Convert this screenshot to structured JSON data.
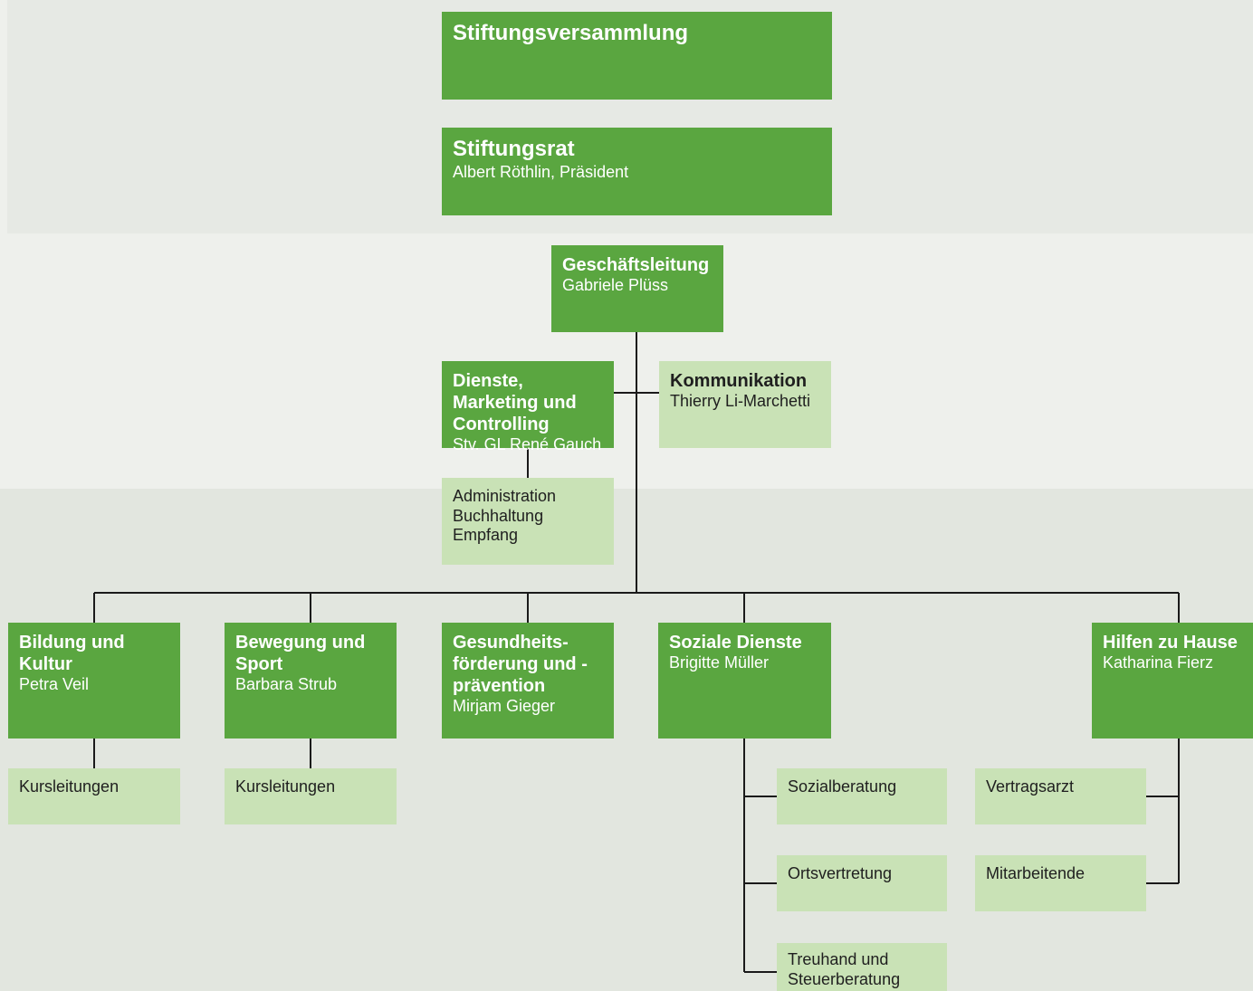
{
  "colors": {
    "dark_box": "#5aa640",
    "light_box": "#c9e2b6",
    "connector": "#1a1a1a"
  },
  "org_chart": {
    "assembly": {
      "title": "Stiftungsversammlung"
    },
    "council": {
      "title": "Stiftungsrat",
      "person": "Albert Röthlin, Präsident"
    },
    "management": {
      "title": "Geschäftsleitung",
      "person": "Gabriele Plüss"
    },
    "services": {
      "title": "Dienste, Marketing und Controlling",
      "person": "Stv. GL René Gauch"
    },
    "communication": {
      "title": "Kommunikation",
      "person": "Thierry Li-Marchetti"
    },
    "admin": {
      "lines": [
        "Administration",
        "Buchhaltung",
        "Empfang"
      ]
    },
    "education": {
      "title": "Bildung und Kultur",
      "person": "Petra Veil"
    },
    "movement": {
      "title": "Bewegung und Sport",
      "person": "Barbara Strub"
    },
    "health": {
      "title": "Gesundheits-förderung und -prävention",
      "person": "Mirjam Gieger"
    },
    "social": {
      "title": "Soziale Dienste",
      "person": "Brigitte Müller"
    },
    "home_help": {
      "title": "Hilfen zu Hause",
      "person": "Katharina Fierz"
    },
    "course_lead_1": {
      "label": "Kursleitungen"
    },
    "course_lead_2": {
      "label": "Kursleitungen"
    },
    "social_counseling": {
      "label": "Sozialberatung"
    },
    "local_rep": {
      "label": "Ortsvertretung"
    },
    "trustee_tax": {
      "label": "Treuhand und Steuerberatung"
    },
    "contract_doctor": {
      "label": "Vertragsarzt"
    },
    "employees": {
      "label": "Mitarbeitende"
    }
  }
}
